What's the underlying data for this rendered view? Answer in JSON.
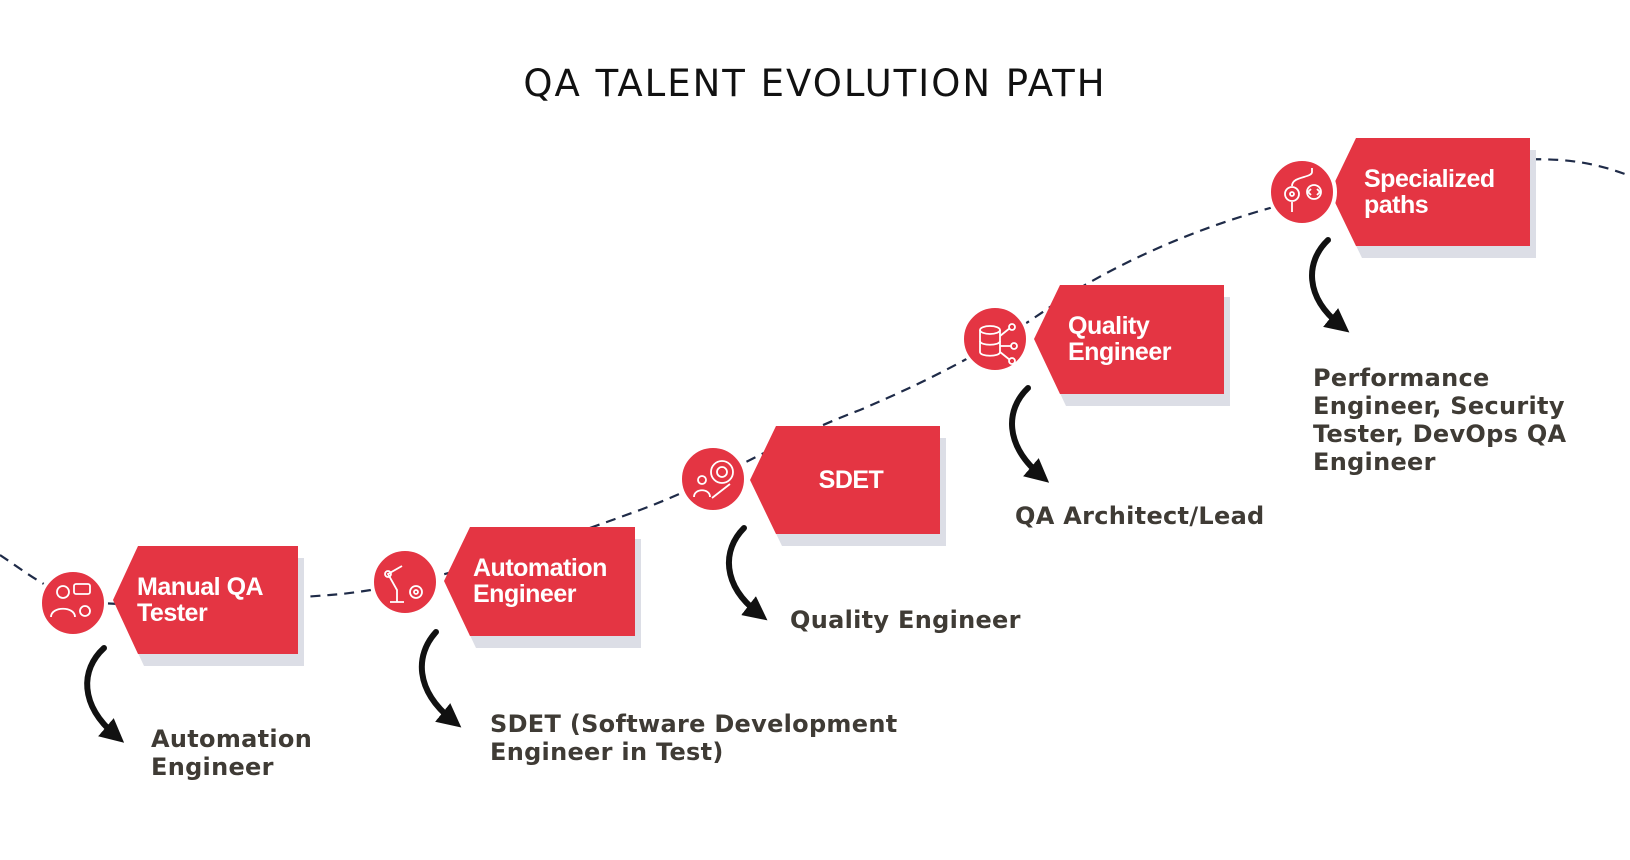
{
  "title": "QA TALENT EVOLUTION PATH",
  "colors": {
    "accent": "#e43543",
    "shadow": "#dcdee6",
    "path": "#1f2b48",
    "text": "#3f3b35"
  },
  "steps": [
    {
      "role": "Manual QA Tester",
      "next": "Automation Engineer",
      "icon": "tester-icon"
    },
    {
      "role": "Automation Engineer",
      "next": "SDET (Software Development Engineer in Test)",
      "icon": "robot-arm-icon"
    },
    {
      "role": "SDET",
      "next": "Quality Engineer",
      "icon": "target-person-icon"
    },
    {
      "role": "Quality Engineer",
      "next": "QA Architect/Lead",
      "icon": "database-network-icon"
    },
    {
      "role": "Specialized paths",
      "next": "Performance Engineer, Security Tester, DevOps QA Engineer",
      "icon": "code-workflow-icon"
    }
  ]
}
